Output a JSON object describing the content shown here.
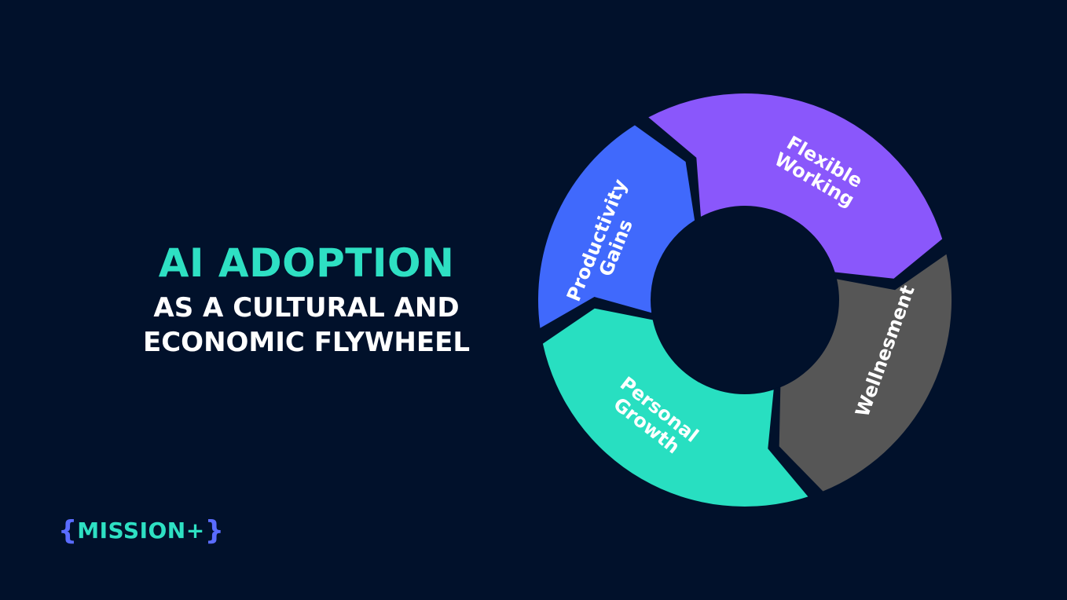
{
  "headline": "AI ADOPTION",
  "subtitle": {
    "line1": "AS A CULTURAL AND",
    "line2": "ECONOMIC FLYWHEEL"
  },
  "logo": {
    "open_brace": "{",
    "word": "MISSION+",
    "close_brace": "}"
  },
  "segments": [
    {
      "line1": "Productivity",
      "line2": "Gains",
      "color": "#8a57fb"
    },
    {
      "line1": "Flexible",
      "line2": "Working",
      "color": "#565656"
    },
    {
      "line1": "Wellnesment",
      "line2": "",
      "color": "#28dfc1"
    },
    {
      "line1": "Personal",
      "line2": "Growth",
      "color": "#4069fc"
    }
  ],
  "colors": {
    "background": "#01112b",
    "accent_teal": "#2ee0c3",
    "accent_blue": "#5a6cff"
  }
}
